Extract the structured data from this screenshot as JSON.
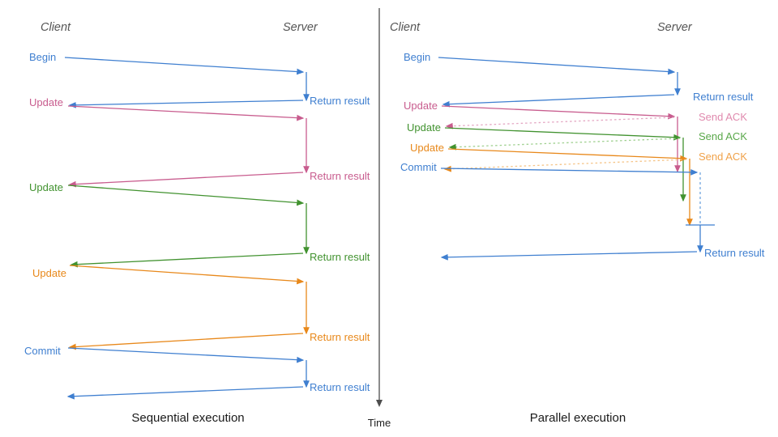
{
  "figure": {
    "background": "#ffffff",
    "divider_color": "#4d4d4d",
    "time_axis": {
      "label": "Time",
      "color": "#333333"
    }
  },
  "colors": {
    "blue": "#3f7fd0",
    "blue_light": "#9dc3ea",
    "pink": "#c85c8e",
    "pink_light": "#e4a7c3",
    "green": "#41922f",
    "green_light": "#9fd08f",
    "orange": "#e8881a",
    "orange_light": "#f5c487",
    "header_gray": "#555555",
    "caption_black": "#1a1a1a"
  },
  "panels": [
    {
      "id": "sequential",
      "caption": "Sequential execution",
      "client_header": "Client",
      "server_header": "Server",
      "messages": [
        {
          "label": "Begin",
          "color": "blue",
          "kind": "request",
          "side": "client"
        },
        {
          "label": "Return result",
          "color": "blue",
          "kind": "response",
          "side": "server"
        },
        {
          "label": "Update",
          "color": "pink",
          "kind": "request",
          "side": "client"
        },
        {
          "label": "Return result",
          "color": "pink",
          "kind": "response",
          "side": "server"
        },
        {
          "label": "Update",
          "color": "green",
          "kind": "request",
          "side": "client"
        },
        {
          "label": "Return result",
          "color": "green",
          "kind": "response",
          "side": "server"
        },
        {
          "label": "Update",
          "color": "orange",
          "kind": "request",
          "side": "client"
        },
        {
          "label": "Return result",
          "color": "orange",
          "kind": "response",
          "side": "server"
        },
        {
          "label": "Commit",
          "color": "blue",
          "kind": "request",
          "side": "client"
        },
        {
          "label": "Return result",
          "color": "blue",
          "kind": "response",
          "side": "server"
        }
      ]
    },
    {
      "id": "parallel",
      "caption": "Parallel execution",
      "client_header": "Client",
      "server_header": "Server",
      "messages": [
        {
          "label": "Begin",
          "color": "blue",
          "kind": "request",
          "side": "client"
        },
        {
          "label": "Return result",
          "color": "blue",
          "kind": "response",
          "side": "server"
        },
        {
          "label": "Update",
          "color": "pink",
          "kind": "request",
          "side": "client"
        },
        {
          "label": "Send ACK",
          "color": "pink",
          "kind": "ack",
          "side": "server"
        },
        {
          "label": "Update",
          "color": "green",
          "kind": "request",
          "side": "client"
        },
        {
          "label": "Send ACK",
          "color": "green",
          "kind": "ack",
          "side": "server"
        },
        {
          "label": "Update",
          "color": "orange",
          "kind": "request",
          "side": "client"
        },
        {
          "label": "Send ACK",
          "color": "orange",
          "kind": "ack",
          "side": "server"
        },
        {
          "label": "Commit",
          "color": "blue",
          "kind": "request",
          "side": "client"
        },
        {
          "label": "Return result",
          "color": "blue",
          "kind": "response",
          "side": "server"
        }
      ]
    }
  ],
  "labels": {
    "client": "Client",
    "server": "Server",
    "begin": "Begin",
    "update": "Update",
    "commit": "Commit",
    "return_result": "Return result",
    "send_ack": "Send ACK",
    "time": "Time",
    "sequential_caption": "Sequential execution",
    "parallel_caption": "Parallel execution"
  }
}
